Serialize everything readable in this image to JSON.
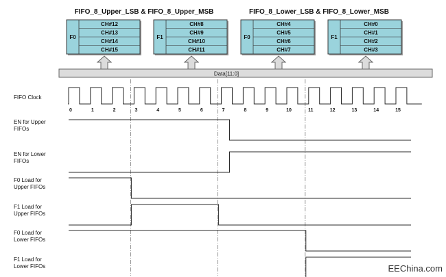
{
  "headers": {
    "upper": "FIFO_8_Upper_LSB & FIFO_8_Upper_MSB",
    "lower": "FIFO_8_Lower_LSB & FIFO_8_Lower_MSB"
  },
  "fifos": [
    {
      "name": "F0",
      "channels": [
        "CH#12",
        "CH#13",
        "CH#14",
        "CH#15"
      ]
    },
    {
      "name": "F1",
      "channels": [
        "CH#8",
        "CH#9",
        "CH#10",
        "CH#11"
      ]
    },
    {
      "name": "F0",
      "channels": [
        "CH#4",
        "CH#5",
        "CH#6",
        "CH#7"
      ]
    },
    {
      "name": "F1",
      "channels": [
        "CH#0",
        "CH#1",
        "CH#2",
        "CH#3"
      ]
    }
  ],
  "bus": {
    "label": "Data[11:0]"
  },
  "clock": {
    "label": "FIFO Clock",
    "ticks": [
      "0",
      "1",
      "2",
      "3",
      "4",
      "5",
      "6",
      "7",
      "8",
      "9",
      "10",
      "11",
      "12",
      "13",
      "14",
      "15"
    ]
  },
  "signals": [
    {
      "line1": "EN for Upper",
      "line2": "FIFOs",
      "initial": 1,
      "transitions": [
        7.5
      ]
    },
    {
      "line1": "EN for Lower",
      "line2": "FIFOs",
      "initial": 0,
      "transitions": [
        7.5
      ]
    },
    {
      "line1": "F0 Load for",
      "line2": "Upper FIFOs",
      "initial": 1,
      "transitions": [
        3
      ]
    },
    {
      "line1": "F1 Load for",
      "line2": "Upper FIFOs",
      "initial": 0,
      "transitions": [
        3,
        7
      ]
    },
    {
      "line1": "F0 Load for",
      "line2": "Lower FIFOs",
      "initial": 1,
      "transitions": [
        11
      ]
    },
    {
      "line1": "F1 Load for",
      "line2": "Lower FIFOs",
      "initial": 0,
      "transitions": [
        11
      ]
    }
  ],
  "watermark": "EEChina.com",
  "colors": {
    "fifo_fill": "#9ad3dc",
    "fifo_border": "#3a3a3a",
    "bus_fill": "#dcdcdc",
    "line": "#2a2a2a"
  }
}
